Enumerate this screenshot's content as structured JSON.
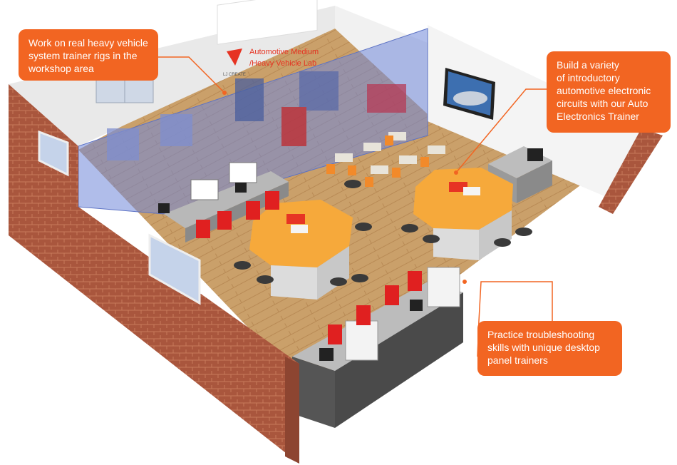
{
  "callouts": {
    "workshop": "Work on real heavy vehicle\nsystem trainer rigs in the\nworkshop area",
    "electronics": "Build a variety\nof introductory\nautomotive electronic\ncircuits with our Auto\nElectronics Trainer",
    "panel": "Practice troubleshooting\nskills with unique desktop\npanel trainers"
  },
  "sign": {
    "logo": "LJ CREATE",
    "line1": "Automotive Medium",
    "line2": "/Heavy Vehicle Lab"
  },
  "colors": {
    "accent": "#f26522",
    "brick": "#a0503a",
    "floor": "#c8a064",
    "glass": "#7f95e0",
    "table": "#f6a93b",
    "chair": "#e02020",
    "desk_chair": "#f28a2a"
  }
}
